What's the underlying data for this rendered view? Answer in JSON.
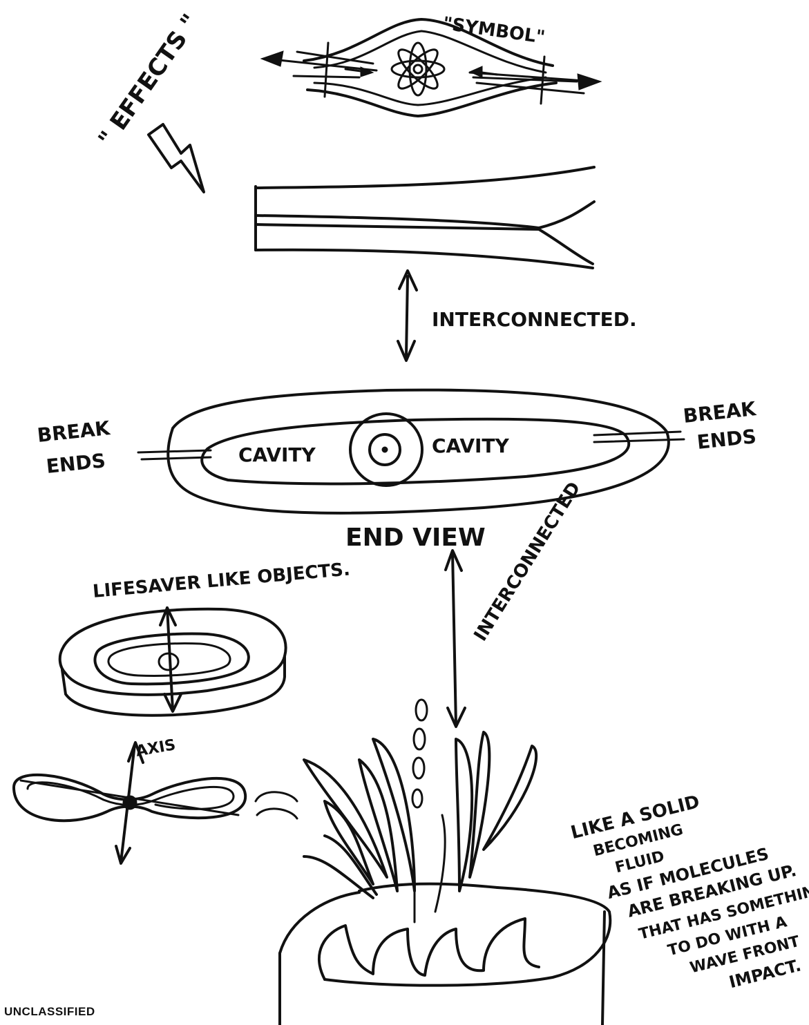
{
  "labels": {
    "symbol": "\"SYMBOL\"",
    "effects": "\" EFFECTS \"",
    "interconnected_1": "INTERCONNECTED.",
    "break_ends_left_1": "BREAK",
    "break_ends_left_2": "ENDS",
    "break_ends_right_1": "BREAK",
    "break_ends_right_2": "ENDS",
    "cavity_left": "CAVITY",
    "cavity_right": "CAVITY",
    "end_view": "END VIEW",
    "lifesaver": "LIFESAVER LIKE OBJECTS.",
    "interconnected_2": "INTERCONNECTED",
    "axis": "AXIS",
    "note_lines": [
      "LIKE A SOLID",
      "BECOMING",
      "FLUID",
      "AS IF MOLECULES",
      "ARE BREAKING UP.",
      "THAT HAS SOMETHING",
      "TO DO WITH A",
      "WAVE FRONT",
      "IMPACT."
    ]
  },
  "footer": {
    "classification": "UNCLASSIFIED"
  },
  "colors": {
    "ink": "#111111",
    "paper": "#ffffff"
  }
}
